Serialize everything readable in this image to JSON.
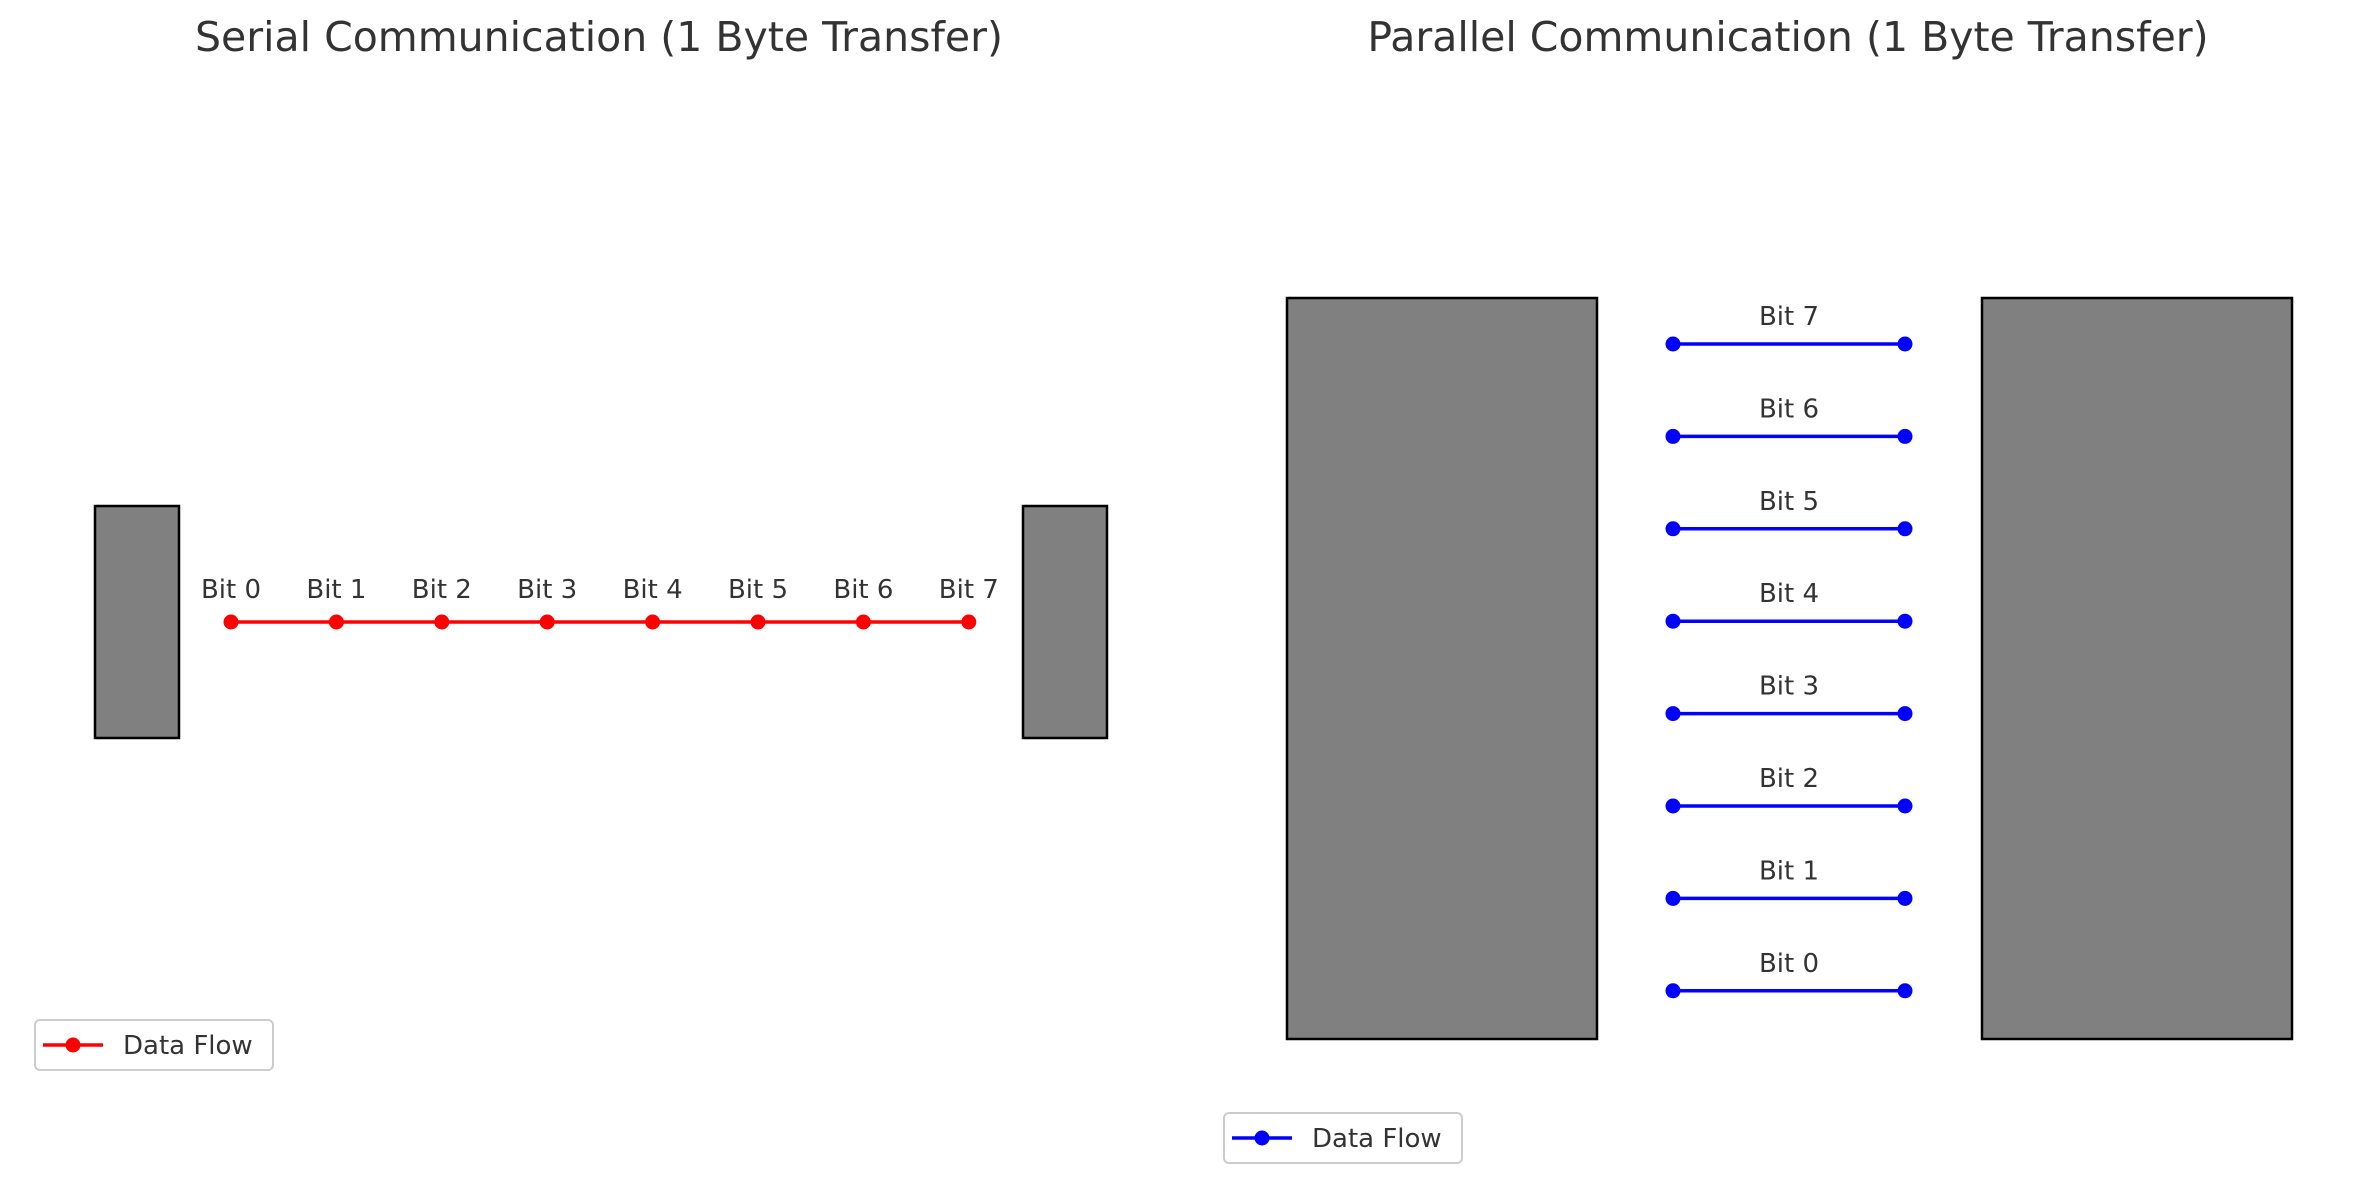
{
  "serial": {
    "title": "Serial Communication (1 Byte Transfer)",
    "bits": [
      "Bit 0",
      "Bit 1",
      "Bit 2",
      "Bit 3",
      "Bit 4",
      "Bit 5",
      "Bit 6",
      "Bit 7"
    ],
    "line_color": "#ff0000",
    "legend_label": "Data Flow"
  },
  "parallel": {
    "title": "Parallel Communication (1 Byte Transfer)",
    "bits": [
      "Bit 7",
      "Bit 6",
      "Bit 5",
      "Bit 4",
      "Bit 3",
      "Bit 2",
      "Bit 1",
      "Bit 0"
    ],
    "line_color": "#0000ff",
    "legend_label": "Data Flow"
  },
  "colors": {
    "device_fill": "#808080",
    "device_stroke": "#000000",
    "text": "#333333"
  }
}
